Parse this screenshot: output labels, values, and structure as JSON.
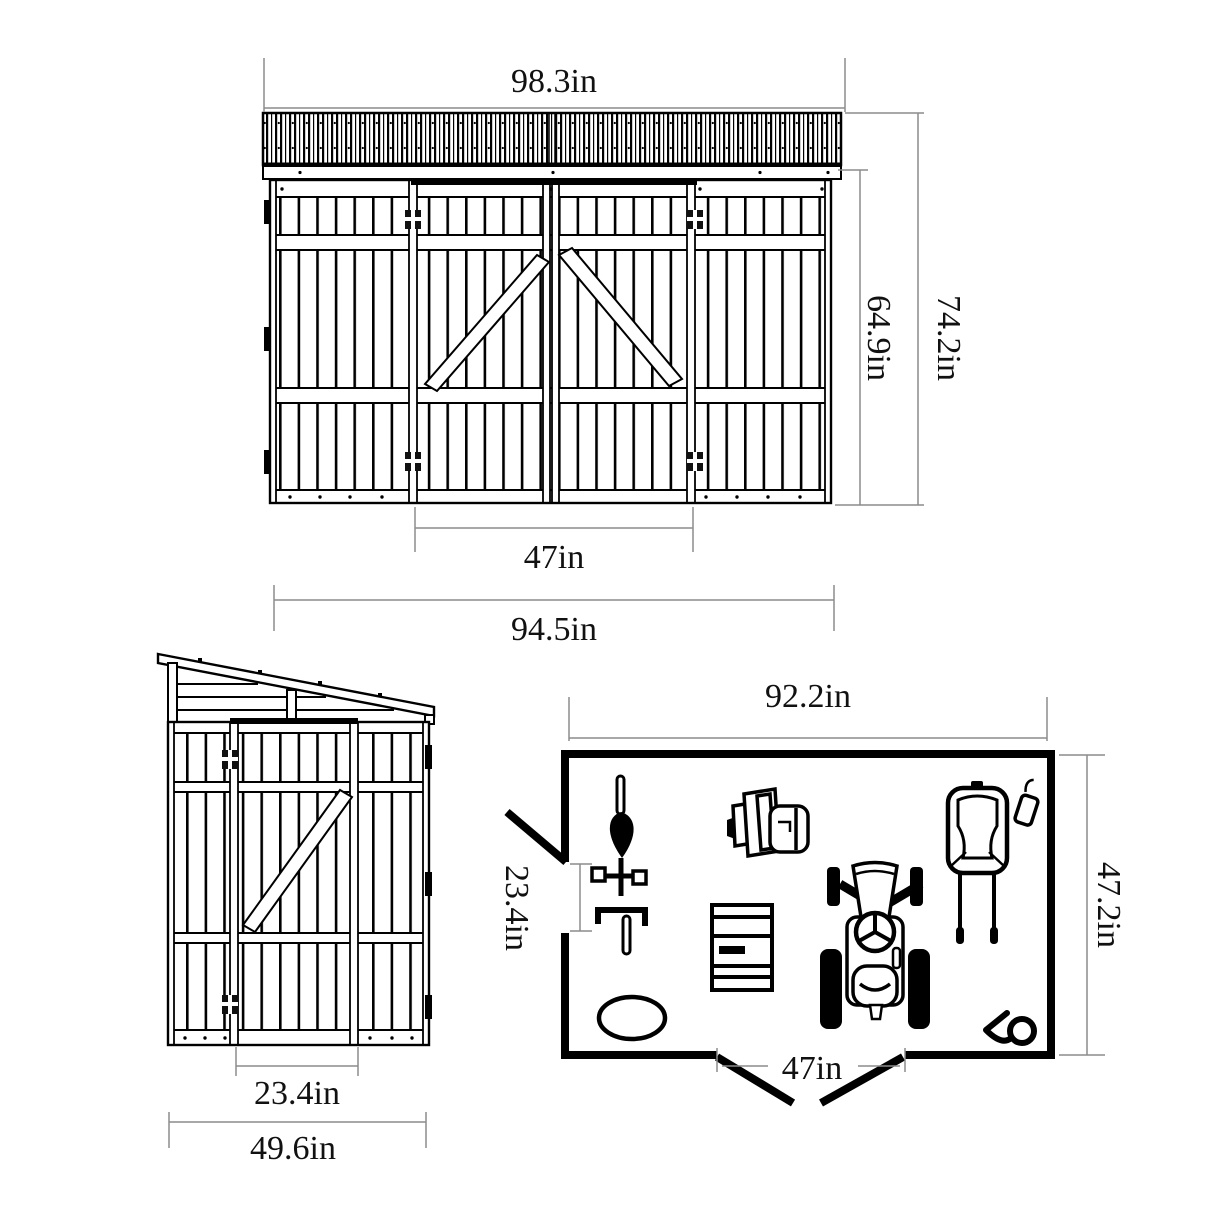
{
  "diagram": {
    "type": "shed-dimension-drawing",
    "views": {
      "front": {
        "dims": {
          "roof_width": "98.3in",
          "wall_height": "64.9in",
          "total_height": "74.2in",
          "door_width": "47in",
          "base_width": "94.5in"
        }
      },
      "side": {
        "dims": {
          "door_width": "23.4in",
          "depth": "49.6in"
        }
      },
      "floor_plan": {
        "dims": {
          "inner_width": "92.2in",
          "inner_depth": "47.2in",
          "side_door_width": "23.4in",
          "front_door_width": "47in"
        },
        "items": [
          "bicycle",
          "power-tool",
          "wheelbarrow",
          "bottle",
          "shelf",
          "riding-mower",
          "basin",
          "watering-can"
        ]
      }
    },
    "colors": {
      "ink": "#000000",
      "dim_line": "#8c8c8c",
      "background": "#ffffff"
    }
  }
}
